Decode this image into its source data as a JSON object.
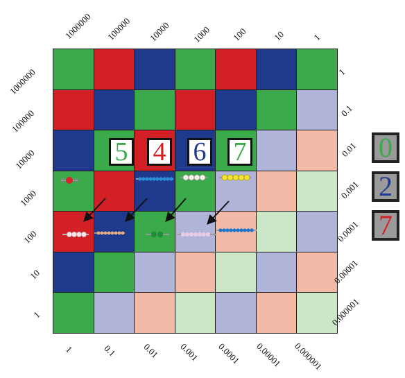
{
  "colors": {
    "green": "#3aaa4a",
    "red": "#d32027",
    "blue": "#1f3a8c",
    "lavender": "#b0b4d8",
    "peach": "#f1b9a6",
    "mint": "#cbe7c8"
  },
  "grid": {
    "rows": [
      [
        "green",
        "red",
        "blue",
        "green",
        "red",
        "blue",
        "green"
      ],
      [
        "red",
        "blue",
        "green",
        "red",
        "blue",
        "green",
        "lavender"
      ],
      [
        "blue",
        "green",
        "red",
        "blue",
        "green",
        "lavender",
        "peach"
      ],
      [
        "green",
        "red",
        "blue",
        "green",
        "lavender",
        "peach",
        "mint"
      ],
      [
        "red",
        "blue",
        "green",
        "lavender",
        "peach",
        "mint",
        "lavender"
      ],
      [
        "blue",
        "green",
        "lavender",
        "peach",
        "mint",
        "lavender",
        "peach"
      ],
      [
        "green",
        "lavender",
        "peach",
        "mint",
        "lavender",
        "peach",
        "mint"
      ]
    ]
  },
  "labels": {
    "top": [
      "1000000",
      "100000",
      "10000",
      "1000",
      "100",
      "10",
      "1"
    ],
    "left": [
      "1000000",
      "100000",
      "10000",
      "1000",
      "100",
      "10",
      "1"
    ],
    "right": [
      "1",
      "0.1",
      "0.01",
      "0.001",
      "0.0001",
      "0.00001",
      "0.000001"
    ],
    "bottom": [
      "1",
      "0.1",
      "0.01",
      "0.001",
      "0.0001",
      "0.00001",
      "0.000001"
    ]
  },
  "number_cards": [
    {
      "digit": "5",
      "color": "#3aaa4a"
    },
    {
      "digit": "4",
      "color": "#d32027"
    },
    {
      "digit": "6",
      "color": "#1f3a8c"
    },
    {
      "digit": "7",
      "color": "#3aaa4a"
    }
  ],
  "side_cards": [
    {
      "digit": "0",
      "color": "#3aaa4a"
    },
    {
      "digit": "2",
      "color": "#1f3a8c"
    },
    {
      "digit": "7",
      "color": "#d32027"
    }
  ]
}
